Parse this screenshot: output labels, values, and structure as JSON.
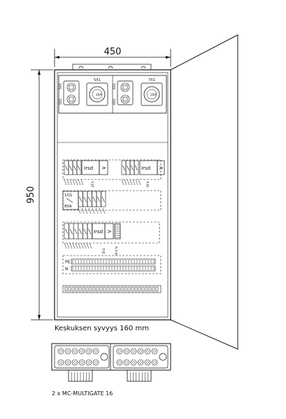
{
  "dimensions": {
    "width_label": "450",
    "height_label": "950"
  },
  "top_panel": {
    "socket_group_1": {
      "label": "5X1",
      "left_tags": [
        "5X1",
        "5X2"
      ],
      "round_socket_rating": "16A"
    },
    "socket_group_2": {
      "label": "7X1",
      "left_tags": [
        "6X1",
        "6X2"
      ],
      "round_socket_rating": "16A"
    }
  },
  "rows": {
    "row1": {
      "left_device_label": "Irsd",
      "right_device_label": "Irsd",
      "left_tag": "4F4",
      "right_tag": "6F4"
    },
    "row2": {
      "main_switch_top": "1Q1",
      "main_switch_rating": "80A"
    },
    "row3": {
      "device_label": "Irsd",
      "left_tag": "3F4",
      "right_tag": "3F4 N"
    },
    "row4": {
      "bus_labels": [
        "PE",
        "N"
      ]
    }
  },
  "caption": "Keskuksen syvyys 160 mm",
  "bottom_caption": "2 x MC-MULTIGATE 16"
}
